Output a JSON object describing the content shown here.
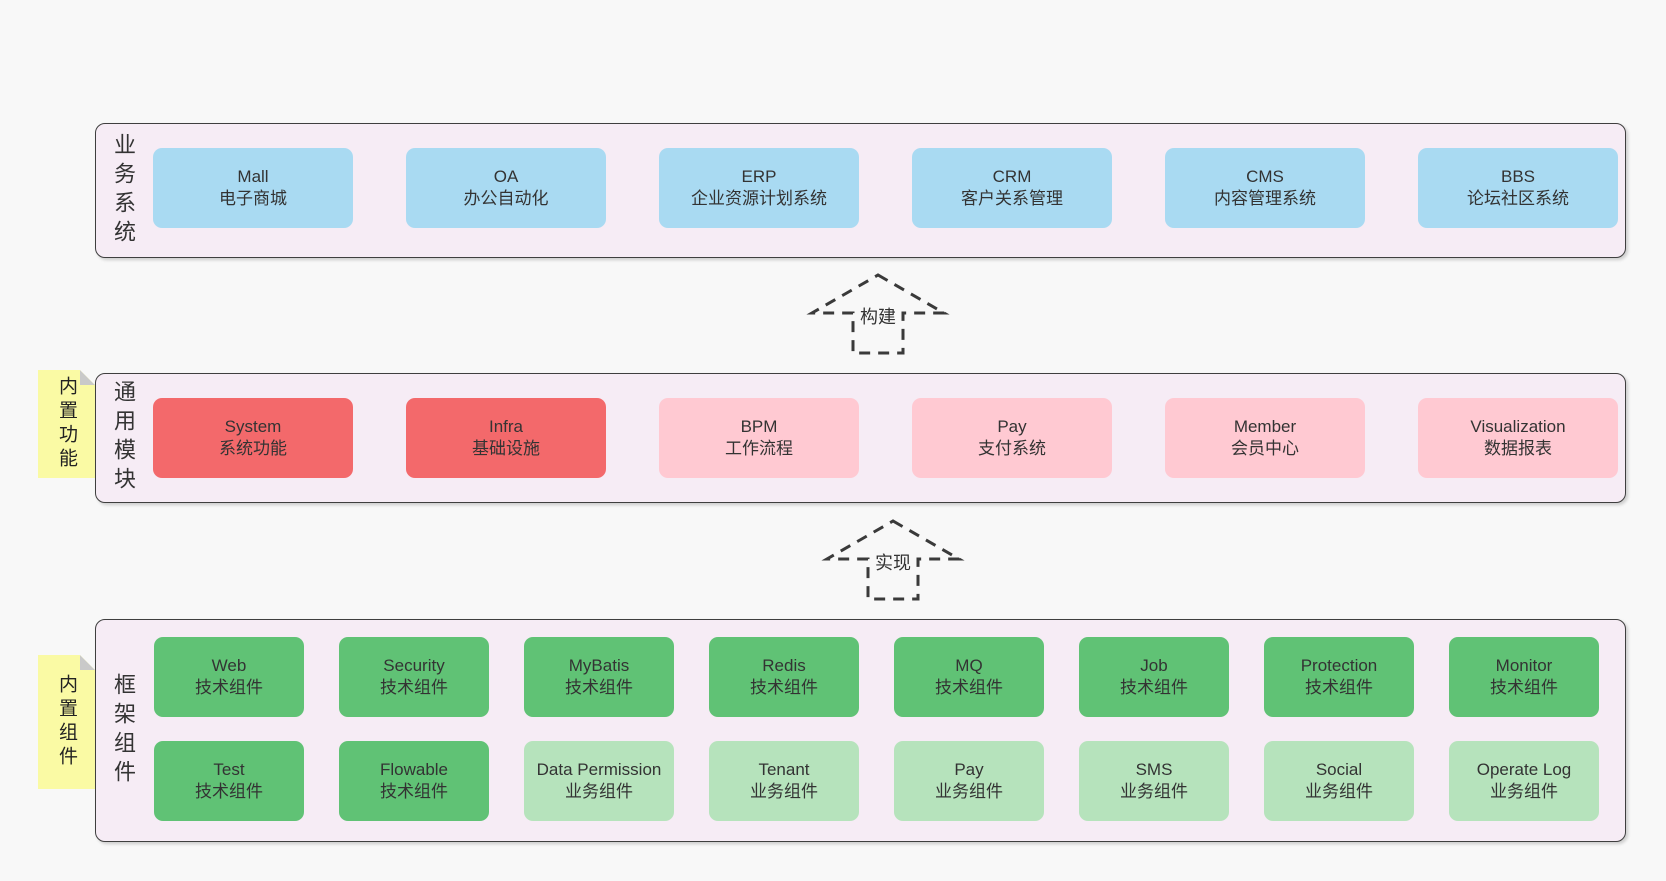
{
  "colors": {
    "page-bg": "#f8f8f8",
    "container-bg": "#f6ecf5",
    "container-border": "#3f3f3f",
    "box-blue": "#a9daf2",
    "box-red": "#f3696b",
    "box-pink": "#ffc9d2",
    "box-green": "#60c275",
    "box-lightgreen": "#b6e3bc",
    "note-yellow": "#fafaa4",
    "note-fold": "#c9c9c9",
    "arrow-stroke": "#3a3a3a",
    "text": "#333333"
  },
  "layers": [
    {
      "label": "业务系统",
      "boxes": [
        {
          "name": "Mall",
          "desc": "电子商城",
          "type": "blue"
        },
        {
          "name": "OA",
          "desc": "办公自动化",
          "type": "blue"
        },
        {
          "name": "ERP",
          "desc": "企业资源计划系统",
          "type": "blue"
        },
        {
          "name": "CRM",
          "desc": "客户关系管理",
          "type": "blue"
        },
        {
          "name": "CMS",
          "desc": "内容管理系统",
          "type": "blue"
        },
        {
          "name": "BBS",
          "desc": "论坛社区系统",
          "type": "blue"
        }
      ]
    },
    {
      "label": "通用模块",
      "note": "内置功能",
      "boxes": [
        {
          "name": "System",
          "desc": "系统功能",
          "type": "red"
        },
        {
          "name": "Infra",
          "desc": "基础设施",
          "type": "red"
        },
        {
          "name": "BPM",
          "desc": "工作流程",
          "type": "pink"
        },
        {
          "name": "Pay",
          "desc": "支付系统",
          "type": "pink"
        },
        {
          "name": "Member",
          "desc": "会员中心",
          "type": "pink"
        },
        {
          "name": "Visualization",
          "desc": "数据报表",
          "type": "pink"
        }
      ]
    },
    {
      "label": "框架组件",
      "note": "内置组件",
      "rows": [
        [
          {
            "name": "Web",
            "desc": "技术组件",
            "type": "green"
          },
          {
            "name": "Security",
            "desc": "技术组件",
            "type": "green"
          },
          {
            "name": "MyBatis",
            "desc": "技术组件",
            "type": "green"
          },
          {
            "name": "Redis",
            "desc": "技术组件",
            "type": "green"
          },
          {
            "name": "MQ",
            "desc": "技术组件",
            "type": "green"
          },
          {
            "name": "Job",
            "desc": "技术组件",
            "type": "green"
          },
          {
            "name": "Protection",
            "desc": "技术组件",
            "type": "green"
          },
          {
            "name": "Monitor",
            "desc": "技术组件",
            "type": "green"
          }
        ],
        [
          {
            "name": "Test",
            "desc": "技术组件",
            "type": "green"
          },
          {
            "name": "Flowable",
            "desc": "技术组件",
            "type": "green"
          },
          {
            "name": "Data Permission",
            "desc": "业务组件",
            "type": "lightgreen"
          },
          {
            "name": "Tenant",
            "desc": "业务组件",
            "type": "lightgreen"
          },
          {
            "name": "Pay",
            "desc": "业务组件",
            "type": "lightgreen"
          },
          {
            "name": "SMS",
            "desc": "业务组件",
            "type": "lightgreen"
          },
          {
            "name": "Social",
            "desc": "业务组件",
            "type": "lightgreen"
          },
          {
            "name": "Operate Log",
            "desc": "业务组件",
            "type": "lightgreen"
          }
        ]
      ]
    }
  ],
  "arrows": [
    {
      "label": "构建"
    },
    {
      "label": "实现"
    }
  ]
}
